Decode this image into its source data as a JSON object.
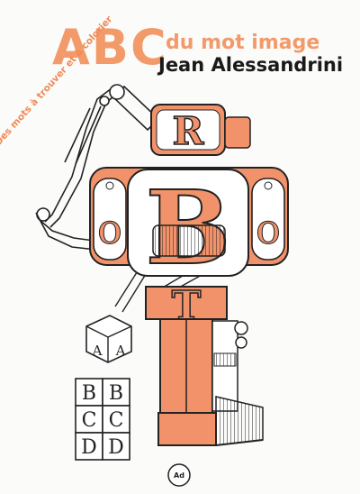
{
  "cover": {
    "title_letters": "ABC",
    "subtitle": "du mot image",
    "author": "Jean Alessandrini",
    "tagline": "Des mots à trouver et à colorier",
    "robot_letters": {
      "head": "R",
      "chest": "B",
      "legs": "T",
      "left_ear": "o",
      "right_ear": "o"
    },
    "held_cube_letters": [
      "A",
      "A"
    ],
    "stacked_cubes": [
      [
        "B",
        "B"
      ],
      [
        "C",
        "C"
      ],
      [
        "D",
        "D"
      ]
    ],
    "publisher_logo": "Ad",
    "colors": {
      "accent": "#f39a6a",
      "ink": "#1a1a1a",
      "robot_orange": "#f2926a"
    }
  }
}
